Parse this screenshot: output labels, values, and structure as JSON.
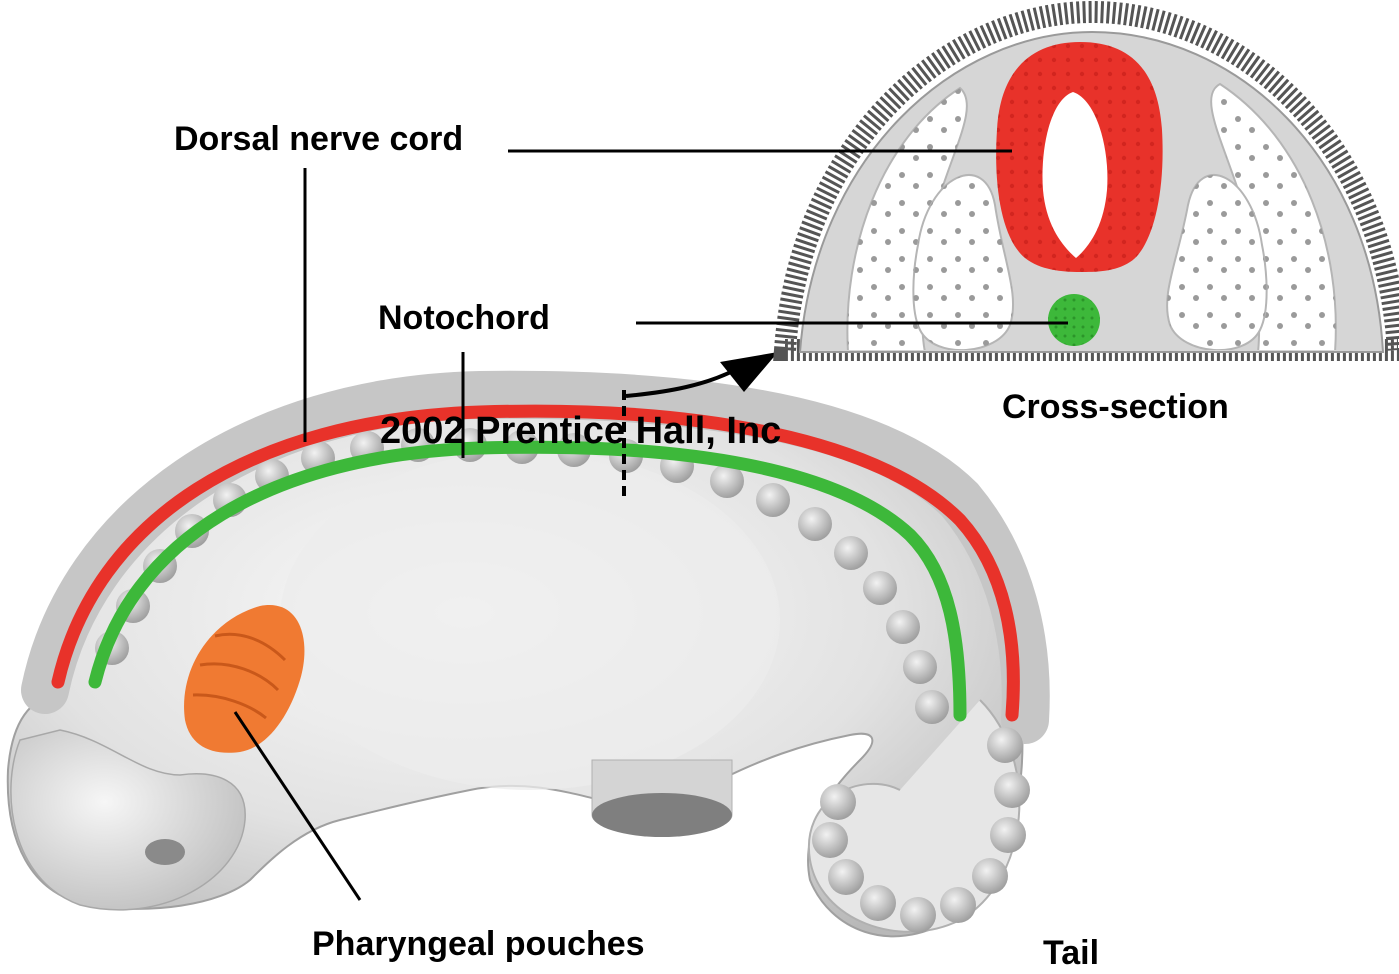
{
  "labels": {
    "dorsal_nerve_cord": "Dorsal nerve cord",
    "notochord": "Notochord",
    "cross_section": "Cross-section",
    "copyright": "2002 Prentice Hall, Inc",
    "pharyngeal_pouches": "Pharyngeal pouches",
    "tail": "Tail"
  },
  "colors": {
    "nerve_cord": "#e8322a",
    "notochord": "#3db83a",
    "pharyngeal_pouches": "#f07a32",
    "body": "#dcdcdc",
    "body_shadow": "#a8a8a8",
    "outline": "#000000"
  }
}
